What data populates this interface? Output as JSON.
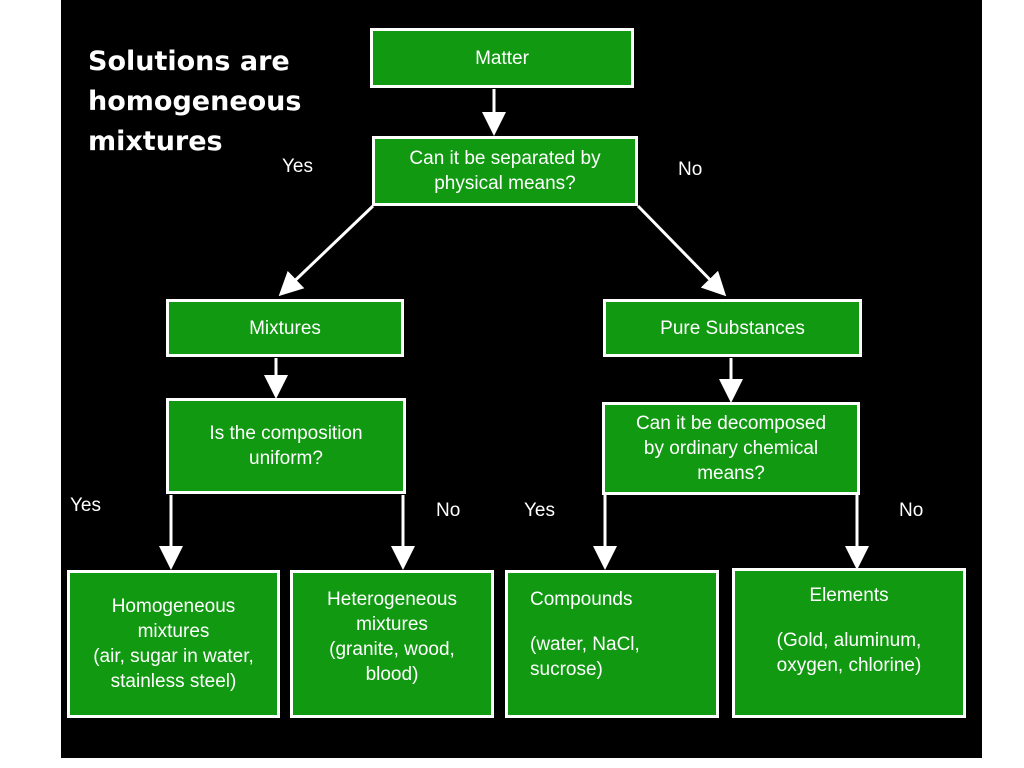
{
  "heading": "Solutions are\nhomogeneous\nmixtures",
  "colors": {
    "box_fill": "#119a11",
    "box_border": "#ffffff",
    "background": "#000000",
    "arrow": "#ffffff"
  },
  "nodes": {
    "matter": "Matter",
    "q_physical": "Can it be separated by\nphysical means?",
    "mixtures": "Mixtures",
    "pure_substances": "Pure Substances",
    "q_uniform": "Is the composition\nuniform?",
    "q_decompose": "Can it be decomposed\nby ordinary chemical\nmeans?",
    "homogeneous": {
      "title": "Homogeneous\nmixtures",
      "examples": "(air, sugar in water,\nstainless steel)"
    },
    "heterogeneous": {
      "title": "Heterogeneous\nmixtures",
      "examples": "(granite, wood,\nblood)"
    },
    "compounds": {
      "title": "Compounds",
      "examples": "(water, NaCl,\n      sucrose)"
    },
    "elements": {
      "title": "Elements",
      "examples": "(Gold, aluminum,\noxygen, chlorine)"
    }
  },
  "labels": {
    "physical_yes": "Yes",
    "physical_no": "No",
    "uniform_yes": "Yes",
    "uniform_no": "No",
    "decompose_yes": "Yes",
    "decompose_no": "No"
  }
}
